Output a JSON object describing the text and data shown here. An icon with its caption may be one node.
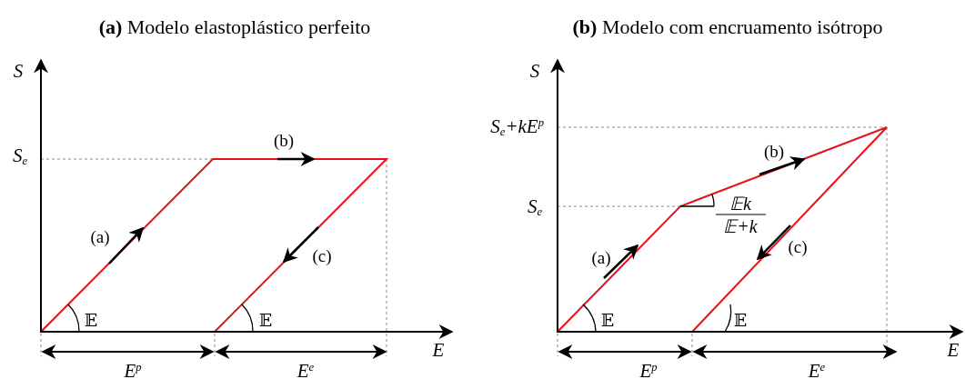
{
  "diagram": {
    "labels": [
      "**(a)** Modelo elastoplástico perfeito",
      "**(b)** Modelo com encruamento isótropo",
      "S",
      "S$_{e}$",
      "(b)",
      "(a)",
      "(c)",
      "𝔼",
      "𝔼",
      "E",
      "E$^{p}$",
      "E$^{e}$",
      "S",
      "S$_{e}$+kE$^{p}$",
      "(b)",
      "S$_{e}$",
      "𝔼k",
      "𝔼+k",
      "(a)",
      "(c)",
      "𝔼",
      "𝔼",
      "E",
      "E$^{p}$",
      "E$^{e}$"
    ]
  }
}
